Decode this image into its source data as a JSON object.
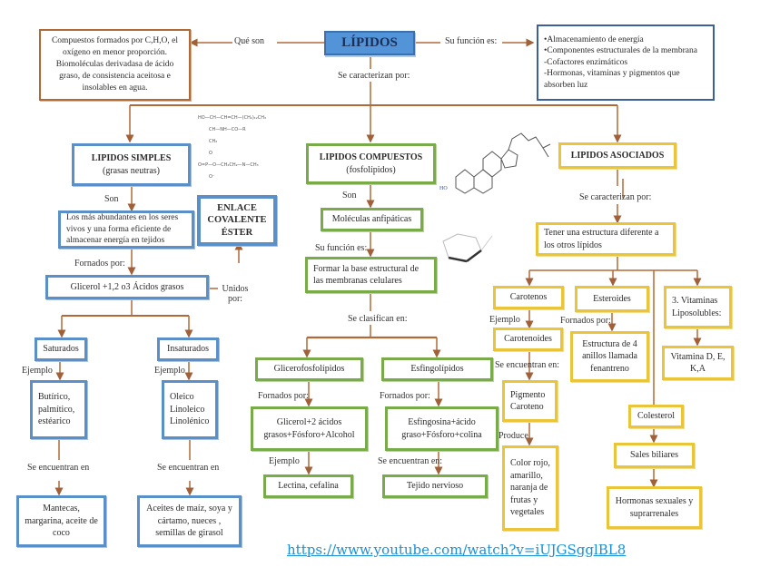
{
  "title": "LÍPIDOS",
  "definition": {
    "connector": "Qué son",
    "text": "Compuestos formados por C,H,O, el oxígeno en menor proporción. Biomoléculas derivadasa de ácido graso, de consistencia aceitosa e insolables en agua."
  },
  "function": {
    "connector": "Su función es:",
    "items": [
      "•Almacenamiento de energía",
      "•Componentes estructurales de la membrana",
      "-Cofactores enzimáticos",
      "-Hormonas, vitaminas y pigmentos que absorben luz"
    ]
  },
  "characterized_by": "Se caracterizan por:",
  "simples": {
    "title": "LIPIDOS SIMPLES",
    "subtitle": "(grasas neutras)",
    "son_label": "Son",
    "description": "Los más abundantes en los seres vivos y una forma eficiente de almacenar energía en tejidos",
    "formed_label": "Fornados por:",
    "formed": "Glicerol +1,2 o3 Ácidos grasos",
    "joined_label": "Unidos por:",
    "bond": "ENLACE COVALENTE ÉSTER",
    "saturados": {
      "title": "Saturados",
      "example_label": "Ejemplo",
      "examples": "Butírico, palmítico, estéarico",
      "found_label": "Se encuentran en",
      "found": "Mantecas, margarina, aceite de coco"
    },
    "insaturados": {
      "title": "Insaturados",
      "example_label": "Ejemplo",
      "examples": "Oleico Linoleico Linolénico",
      "found_label": "Se encuentran en",
      "found": "Aceites de maíz, soya y cártamo, nueces , semillas de girasol"
    }
  },
  "compuestos": {
    "title": "LIPIDOS COMPUESTOS",
    "subtitle": "(fosfolípidos)",
    "son_label": "Son",
    "molecules": "Moléculas anfipáticas",
    "function_label": "Su función es:",
    "function": "Formar la base estructural de las membranas celulares",
    "classify_label": "Se clasifican en:",
    "glicero": {
      "title": "Glicerofosfolípidos",
      "formed_label": "Fornados por:",
      "formed": "Glicerol+2 ácidos grasos+Fósforo+Alcohol",
      "example_label": "Ejemplo",
      "example": "Lectina, cefalina"
    },
    "esfingo": {
      "title": "Esfingolípidos",
      "formed_label": "Fornados por:",
      "formed": "Esfingosina+ácido graso+Fósforo+colina",
      "found_label": "Se encuentran en:",
      "found": "Tejido nervioso"
    }
  },
  "asociados": {
    "title": "LIPIDOS ASOCIADOS",
    "characterized_label": "Se caracterizan por:",
    "description": "Tener una estructura diferente a los otros lípidos",
    "carotenos": {
      "title": "Carotenos",
      "example_label": "Ejemplo",
      "example": "Carotenoides",
      "found_label": "Se encuentran en:",
      "found": "Pigmento Caroteno",
      "produces_label": "Produce",
      "produces": "Color rojo, amarillo, naranja de frutas y vegetales"
    },
    "esteroides": {
      "title": "Esteroides",
      "formed_label": "Fornados por:",
      "formed": "Estructura de 4 anillos llamada fenantreno",
      "colesterol": "Colesterol",
      "sales": "Sales biliares",
      "hormonas": "Hormonas sexuales y suprarrenales"
    },
    "vitaminas": {
      "title": "3. Vitaminas Liposolubles:",
      "list": "Vitamina D, E, K,A"
    }
  },
  "chem": {
    "sphingo_line1": "HO—CH—CH=CH—(CH₂)₁₂CH₃",
    "sphingo_line2": "CH—NH—CO—R",
    "sphingo_line3": "CH₂",
    "sphingo_line4": "O",
    "sphingo_line5": "O=P—O—CH₂CH₂—N—CH₃",
    "sphingo_line6": "O⁻",
    "cholesterol_label": "HO"
  },
  "source_link": "https://www.youtube.com/watch?v=iUJGSgglBL8",
  "colors": {
    "simples": "#5b8fc7",
    "compuestos": "#7aab4a",
    "asociados": "#e8c53a",
    "connector": "#b06a3a",
    "title_bg": "#5394d8"
  }
}
